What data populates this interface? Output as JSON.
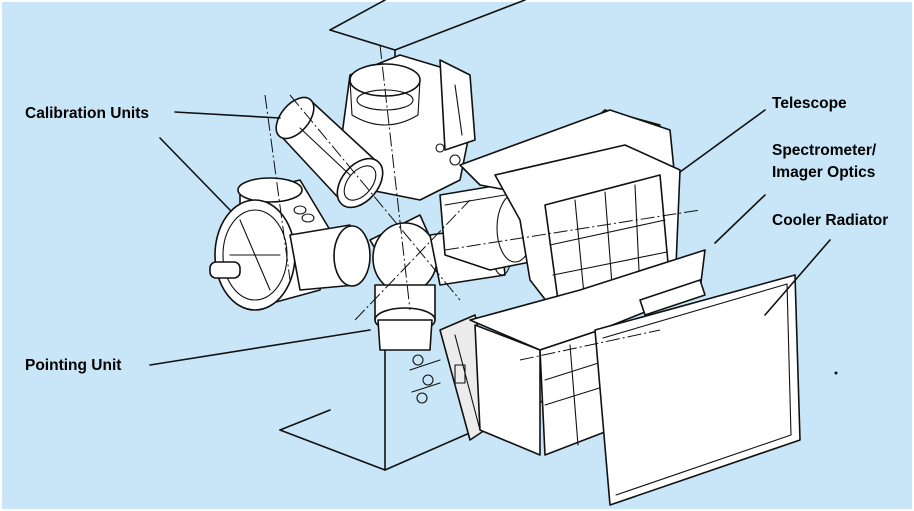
{
  "diagram": {
    "background_color": "#c8e6f7",
    "labels": {
      "calibration_units": "Calibration Units",
      "telescope": "Telescope",
      "spectrometer_line1": "Spectrometer/",
      "spectrometer_line2": "Imager Optics",
      "cooler_radiator": "Cooler Radiator",
      "pointing_unit": "Pointing Unit"
    }
  }
}
